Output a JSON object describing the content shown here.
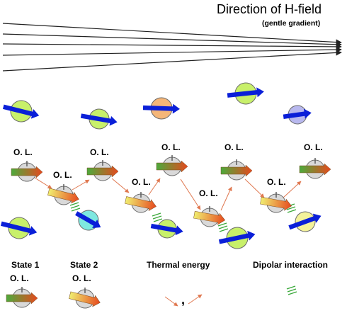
{
  "header": {
    "title": "Direction of H-field",
    "subtitle": "(gentle gradient)"
  },
  "ol_label": "O. L.",
  "legend": {
    "state1": "State 1",
    "state2": "State 2",
    "thermal": "Thermal energy",
    "dipolar": "Dipolar interaction",
    "separator": ","
  },
  "colors": {
    "field_line": "#222222",
    "blue_arrow": "#0a1fd8",
    "thermal_arrow": "#e07850",
    "dipolar_marker": "#3aa83a",
    "ol_circle": "#d9d9d9",
    "particle_green": "#c8f06a",
    "particle_orange": "#f5b678",
    "particle_lavender": "#b8b8ee",
    "particle_cyan": "#7ee8e0",
    "particle_yellow": "#f4f29a",
    "state1_arrow": [
      "#4caa3c",
      "#e6491e"
    ],
    "state2_arrow": [
      "#f0ee70",
      "#e6491e"
    ]
  }
}
